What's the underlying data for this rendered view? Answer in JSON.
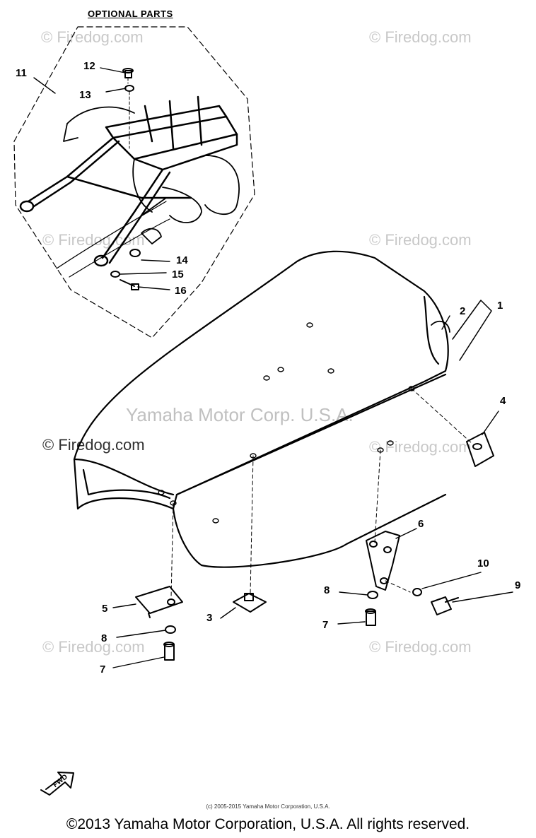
{
  "optional_parts_title": "OPTIONAL PARTS",
  "watermarks": {
    "firedog": "© Firedog.com",
    "corp": "Yamaha Motor Corp. U.S.A."
  },
  "callouts": {
    "c1": "1",
    "c2": "2",
    "c3": "3",
    "c4": "4",
    "c5": "5",
    "c6": "6",
    "c7a": "7",
    "c7b": "7",
    "c8a": "8",
    "c8b": "8",
    "c9": "9",
    "c10": "10",
    "c11": "11",
    "c12": "12",
    "c13": "13",
    "c14": "14",
    "c15": "15",
    "c16": "16"
  },
  "fwd": "FWD",
  "small_copyright": "(c) 2005-2015 Yamaha Motor Corporation, U.S.A.",
  "footer": "©2013 Yamaha Motor Corporation, U.S.A. All rights reserved."
}
